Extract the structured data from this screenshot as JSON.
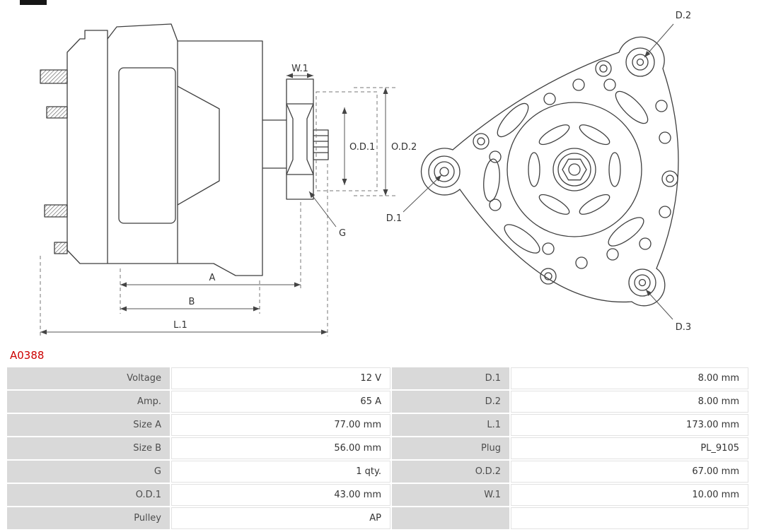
{
  "page": {
    "part_number": "A0388"
  },
  "colors": {
    "accent": "#cc0000",
    "label_cell": "#d9d9d9",
    "line": "#3f3f3f"
  },
  "diagram": {
    "side_view": {
      "labels": {
        "w1": "W.1",
        "od1": "O.D.1",
        "od2": "O.D.2",
        "g": "G",
        "a": "A",
        "b": "B",
        "l1": "L.1"
      }
    },
    "front_view": {
      "labels": {
        "d1": "D.1",
        "d2": "D.2",
        "d3": "D.3"
      }
    }
  },
  "spec_table": {
    "rows": [
      {
        "label1": "Voltage",
        "value1": "12 V",
        "label2": "D.1",
        "value2": "8.00 mm"
      },
      {
        "label1": "Amp.",
        "value1": "65 A",
        "label2": "D.2",
        "value2": "8.00 mm"
      },
      {
        "label1": "Size A",
        "value1": "77.00 mm",
        "label2": "L.1",
        "value2": "173.00 mm"
      },
      {
        "label1": "Size B",
        "value1": "56.00 mm",
        "label2": "Plug",
        "value2": "PL_9105"
      },
      {
        "label1": "G",
        "value1": "1 qty.",
        "label2": "O.D.2",
        "value2": "67.00 mm"
      },
      {
        "label1": "O.D.1",
        "value1": "43.00 mm",
        "label2": "W.1",
        "value2": "10.00 mm"
      },
      {
        "label1": "Pulley",
        "value1": "AP",
        "label2": "",
        "value2": ""
      }
    ]
  }
}
